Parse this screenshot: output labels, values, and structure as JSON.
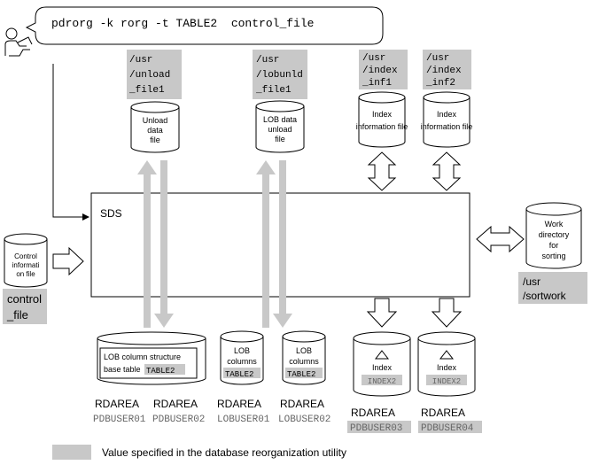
{
  "command": "pdrorg -k rorg -t TABLE2  control_file",
  "sds_label": "SDS",
  "unload_path": [
    "/usr",
    "/unload",
    "_file1"
  ],
  "unload_file": [
    "Unload",
    "data",
    "file"
  ],
  "lobunld_path": [
    "/usr",
    "/lobunld",
    "_file1"
  ],
  "lobunld_file": [
    "LOB data",
    "unload",
    "file"
  ],
  "index_inf1_path": [
    "/usr",
    "/index",
    "_inf1"
  ],
  "index_inf1_file": [
    "Index",
    "information file"
  ],
  "index_inf2_path": [
    "/usr",
    "/index",
    "_inf2"
  ],
  "index_inf2_file": [
    "Index",
    "information file"
  ],
  "control_file_drum": [
    "Control",
    "informati",
    "on file"
  ],
  "control_file_path": [
    "control",
    "_file"
  ],
  "work_dir": [
    "Work",
    "directory",
    "for",
    "sorting"
  ],
  "sortwork_path": [
    "/usr",
    "/sortwork"
  ],
  "lob_base": {
    "line1": "LOB column structure",
    "line2": "base table",
    "table": "TABLE2"
  },
  "lob_col1": {
    "line1": "LOB",
    "line2": "columns",
    "table": "TABLE2"
  },
  "lob_col2": {
    "line1": "LOB",
    "line2": "columns",
    "table": "TABLE2"
  },
  "index1": {
    "label": "Index",
    "name": "INDEX2"
  },
  "index2": {
    "label": "Index",
    "name": "INDEX2"
  },
  "rdarea_label": "RDAREA",
  "rdareas": [
    "PDBUSER01",
    "PDBUSER02",
    "LOBUSER01",
    "LOBUSER02",
    "PDBUSER03",
    "PDBUSER04"
  ],
  "legend": "Value specified in the database reorganization utility",
  "colors": {
    "highlight": "#c8c8c8",
    "arrow_fill": "#c8c8c8",
    "line": "#000000",
    "gray_text": "#666666"
  }
}
